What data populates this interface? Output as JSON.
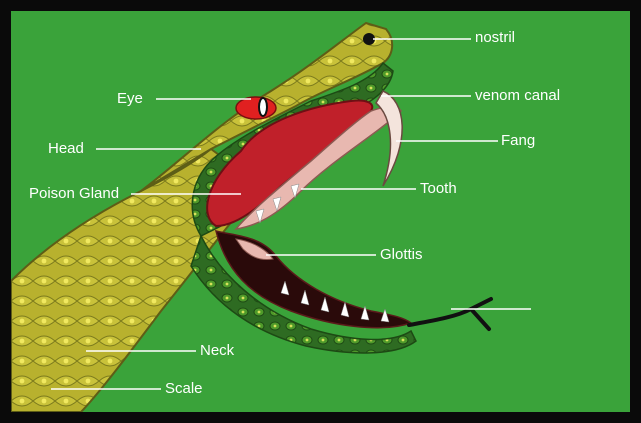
{
  "colors": {
    "background": "#3aa33a",
    "frame": "#0a0a0a",
    "snake_skin": "#b8b12e",
    "skin_spots": "#e0d84a",
    "dark_scale_edge": "#2a5a1a",
    "poison_gland": "#c0202a",
    "mouth_interior": "#e8b8b0",
    "fang": "#f4e4dc",
    "label_text": "#ffffff"
  },
  "labels": {
    "nostril": "nostril",
    "eye": "Eye",
    "venom_canal": "venom canal",
    "head": "Head",
    "fang": "Fang",
    "poison_gland": "Poison Gland",
    "tooth": "Tooth",
    "glottis": "Glottis",
    "neck": "Neck",
    "scale": "Scale"
  }
}
